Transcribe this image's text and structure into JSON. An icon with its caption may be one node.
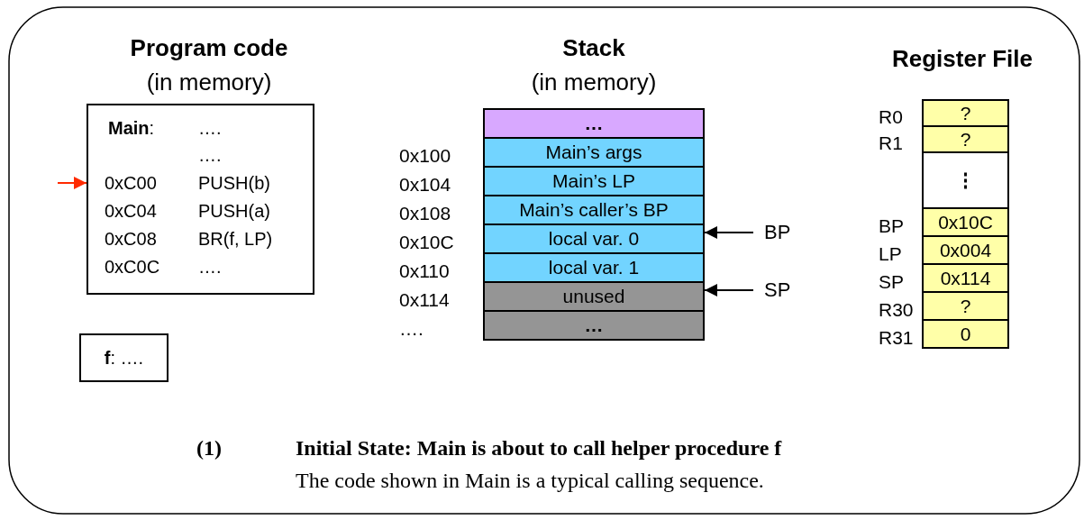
{
  "diagram": {
    "nodes": [
      {
        "text": [
          "**Main**:",
          "….",
          "….",
          "0xC00",
          "PUSH(b)",
          "0xC04",
          "PUSH(a)",
          "0xC08",
          "BR(f, LP)",
          "0xC0C",
          "…."
        ]
      },
      {
        "text": [
          "**f**: …."
        ]
      },
      {
        "text": [
          "…"
        ]
      },
      {
        "text": [
          "Main’s args"
        ],
        "beside": [
          "0x100"
        ]
      },
      {
        "text": [
          "Main’s LP"
        ],
        "beside": [
          "0x104"
        ]
      },
      {
        "text": [
          "Main’s caller’s BP"
        ],
        "beside": [
          "0x108"
        ]
      },
      {
        "text": [
          "local var. 0"
        ],
        "beside": [
          "0x10C"
        ]
      },
      {
        "text": [
          "local var. 1"
        ],
        "beside": [
          "0x110"
        ]
      },
      {
        "text": [
          "unused"
        ],
        "beside": [
          "0x114"
        ]
      },
      {
        "text": [
          "…"
        ],
        "beside": [
          "…."
        ]
      },
      {
        "text": [
          "BP"
        ]
      },
      {
        "text": [
          "SP"
        ]
      },
      {
        "text": [
          "?"
        ],
        "beside": [
          "R0"
        ]
      },
      {
        "text": [
          "?"
        ],
        "beside": [
          "R1"
        ]
      },
      {
        "text": [
          "⋮"
        ]
      },
      {
        "text": [
          "0x10C"
        ],
        "beside": [
          "BP"
        ]
      },
      {
        "text": [
          "0x004"
        ],
        "beside": [
          "LP"
        ]
      },
      {
        "text": [
          "0x114"
        ],
        "beside": [
          "SP"
        ]
      },
      {
        "text": [
          "?"
        ],
        "beside": [
          "R30"
        ]
      },
      {
        "text": [
          "0"
        ],
        "beside": [
          "R31"
        ]
      }
    ],
    "edges": [
      {
        "from": null,
        "to": 0,
        "arrow": "to",
        "color": "#ff2a00"
      },
      {
        "from": 10,
        "to": 6,
        "arrow": "to"
      },
      {
        "from": 11,
        "to": 8,
        "arrow": "to"
      }
    ],
    "labels": [
      "Program code",
      "(in memory)",
      "Stack",
      "(in memory)",
      "Register File",
      "(1)",
      "Initial State: Main is about to call helper procedure f",
      "The code shown in Main is a typical calling sequence."
    ]
  }
}
